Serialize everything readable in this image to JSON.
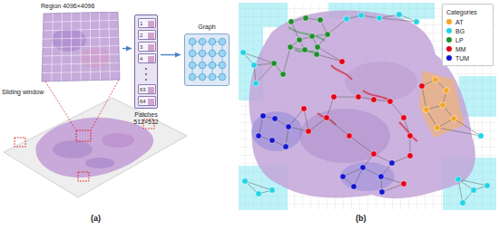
{
  "diagram": {
    "nodes": [
      {
        "text": [
          "Region 4096×4096"
        ]
      },
      {
        "text": [
          "Patches 512×512"
        ]
      },
      {
        "text": [
          "1"
        ],
        "in": 1
      },
      {
        "text": [
          "2"
        ],
        "in": 1
      },
      {
        "text": [
          "3"
        ],
        "in": 1
      },
      {
        "text": [
          "4"
        ],
        "in": 1
      },
      {
        "text": [
          "63"
        ],
        "in": 1
      },
      {
        "text": [
          "64"
        ],
        "in": 1
      },
      {
        "text": [
          "Graph"
        ]
      }
    ],
    "edges": [
      {
        "from": 0,
        "to": 1,
        "arrow": "to"
      },
      {
        "from": 1,
        "to": 8,
        "arrow": "to"
      }
    ],
    "labels": [
      "Sliding window",
      "(a)",
      "(b)",
      "Categories"
    ],
    "legend": [
      {
        "text": "AT",
        "color": "#f5a623"
      },
      {
        "text": "BG",
        "color": "#22d3e6"
      },
      {
        "text": "LP",
        "color": "#1f8f2e"
      },
      {
        "text": "MM",
        "color": "#e3001b"
      },
      {
        "text": "TUM",
        "color": "#1414d2"
      }
    ]
  }
}
